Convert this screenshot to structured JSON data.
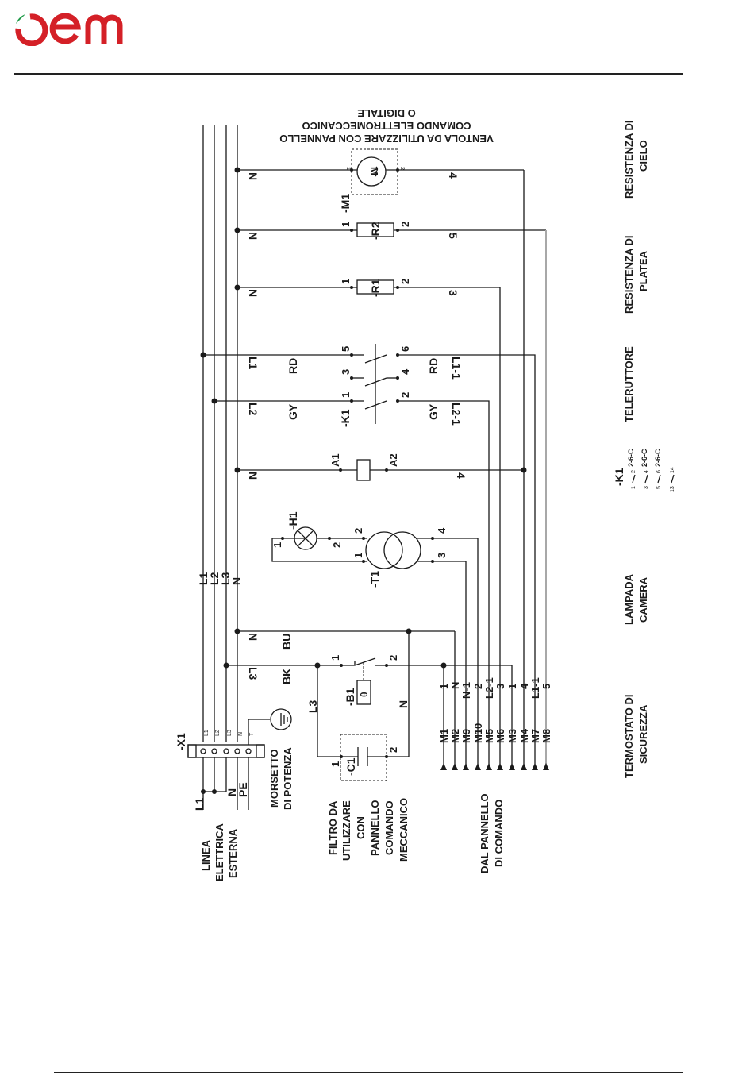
{
  "brand": {
    "name": "oem",
    "colors": {
      "red": "#d42027",
      "green": "#1f9a48"
    }
  },
  "colors": {
    "wire": "#1a1a1a",
    "gray_wire": "#a8a8a8"
  },
  "bus": {
    "labels": [
      "L1",
      "L2",
      "L3",
      "N"
    ]
  },
  "terminal_block": {
    "ref": "-X1",
    "terminals": [
      "L1",
      "L2",
      "L3",
      "N",
      "T"
    ],
    "supply_labels": {
      "l1": "L1",
      "n": "N",
      "pe": "PE"
    },
    "title": [
      "MORSETTO",
      "DI POTENZA"
    ]
  },
  "supply": {
    "title": [
      "LINEA",
      "ELETTRICA",
      "ESTERNA"
    ]
  },
  "filter": {
    "ref": "-C1",
    "pin1": "1",
    "pin2": "2",
    "wire_l3": "L3",
    "wire_n": "N",
    "title": [
      "FILTRO DA",
      "UTILIZZARE",
      "CON",
      "PANNELLO",
      "COMANDO",
      "MECCANICO"
    ]
  },
  "thermostat": {
    "ref": "-B1",
    "symbol": "θ",
    "pin1": "1",
    "pin2": "2",
    "row_n_label": "N",
    "row_n_color": "BU",
    "row_l3_label": "L3",
    "row_l3_color": "BK",
    "title": [
      "TERMOSTATO DI",
      "SICUREZZA"
    ]
  },
  "lamp": {
    "ref": "-H1",
    "pin1": "1",
    "pin2": "2",
    "transformer_ref": "-T1",
    "t_pin1": "1",
    "t_pin2": "2",
    "t_pin3": "3",
    "t_pin4": "4",
    "title": [
      "LAMPADA",
      "CAMERA"
    ]
  },
  "contactor": {
    "ref": "-K1",
    "coil_a1": "A1",
    "coil_a2": "A2",
    "coil_n": "N",
    "coil_out": "4",
    "pins": [
      "1",
      "2",
      "3",
      "4",
      "5",
      "6"
    ],
    "l2_in": "L2",
    "l2_color_in": "GY",
    "l2_out": "L2-1",
    "l2_color_out": "GY",
    "l1_in": "L1",
    "l1_color_in": "RD",
    "l1_out": "L1-1",
    "l1_color_out": "RD",
    "title": "TELERUTTORE",
    "legend": {
      "ref": "-K1",
      "rows": [
        {
          "a": "1",
          "b": "2",
          "ref": "2-6-C"
        },
        {
          "a": "3",
          "b": "4",
          "ref": "2-6-C"
        },
        {
          "a": "5",
          "b": "6",
          "ref": "2-6-C"
        },
        {
          "a": "13",
          "b": "14",
          "ref": ""
        }
      ]
    }
  },
  "heater_bottom": {
    "ref": "-R1",
    "pin1": "1",
    "pin2": "2",
    "n": "N",
    "out": "3",
    "title": [
      "RESISTENZA DI",
      "PLATEA"
    ]
  },
  "heater_top": {
    "ref": "-R2",
    "pin1": "1",
    "pin2": "2",
    "n": "N",
    "out": "5",
    "title": [
      "RESISTENZA DI",
      "CIELO"
    ]
  },
  "fan": {
    "ref": "-M1",
    "symbol": "M",
    "pin1": "1",
    "pin2": "2",
    "n": "N",
    "out": "4",
    "note": [
      "VENTOLA DA UTILIZZARE CON PANNELLO",
      "COMANDO ELETTROMECCANICO",
      "O DIGITALE"
    ]
  },
  "control_panel": {
    "title": [
      "DAL PANNELLO",
      "DI COMANDO"
    ],
    "connectors": [
      {
        "terminal": "M1",
        "wire": "1"
      },
      {
        "terminal": "M2",
        "wire": "N"
      },
      {
        "terminal": "M9",
        "wire": "N-1"
      },
      {
        "terminal": "M10",
        "wire": "2"
      },
      {
        "terminal": "M5",
        "wire": "L2-1"
      },
      {
        "terminal": "M6",
        "wire": "3"
      },
      {
        "terminal": "M3",
        "wire": "1"
      },
      {
        "terminal": "M4",
        "wire": "4"
      },
      {
        "terminal": "M7",
        "wire": "L1-1"
      },
      {
        "terminal": "M8",
        "wire": "5"
      }
    ]
  }
}
